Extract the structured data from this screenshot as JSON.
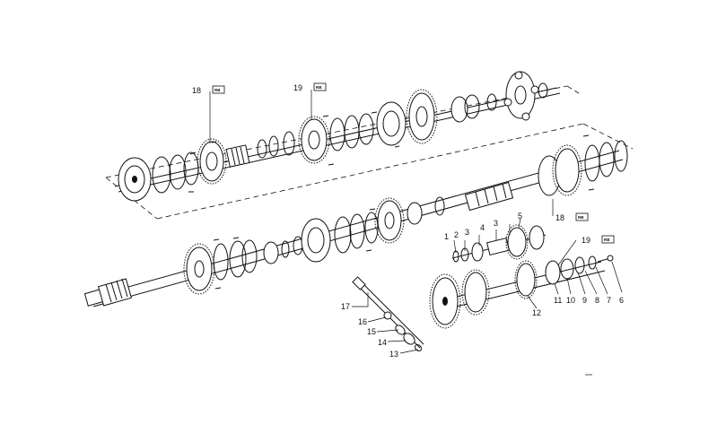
{
  "callouts": {
    "c1": "1",
    "c2": "2",
    "c3a": "3",
    "c3b": "3",
    "c4": "4",
    "c5": "5",
    "c6": "6",
    "c7": "7",
    "c8": "8",
    "c9": "9",
    "c10": "10",
    "c11": "11",
    "c12": "12",
    "c13": "13",
    "c14": "14",
    "c15": "15",
    "c16": "16",
    "c17": "17",
    "c18a": "18",
    "c18b": "18",
    "c19a": "19",
    "c19b": "19"
  },
  "badge_text": "RB",
  "colors": {
    "ink": "#111111",
    "paper": "#ffffff"
  }
}
